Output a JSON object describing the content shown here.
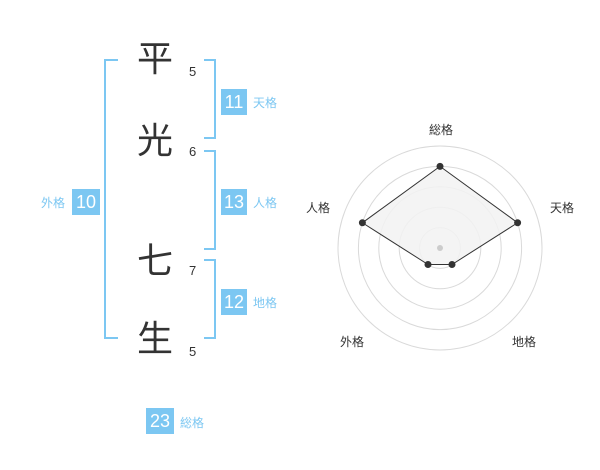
{
  "name": {
    "characters": [
      {
        "char": "平",
        "strokes": "5"
      },
      {
        "char": "光",
        "strokes": "6"
      },
      {
        "char": "七",
        "strokes": "7"
      },
      {
        "char": "生",
        "strokes": "5"
      }
    ]
  },
  "fortune": {
    "tenkaku": {
      "value": "11",
      "label": "天格"
    },
    "jinkaku": {
      "value": "13",
      "label": "人格"
    },
    "chikaku": {
      "value": "12",
      "label": "地格"
    },
    "gaikaku": {
      "value": "10",
      "label": "外格"
    },
    "soukaku": {
      "value": "23",
      "label": "総格"
    }
  },
  "accent_color": "#7cc7f2",
  "chart_data": {
    "type": "radar",
    "axes": [
      "総格",
      "天格",
      "地格",
      "外格",
      "人格"
    ],
    "values": [
      4,
      4,
      1,
      1,
      4
    ],
    "max": 5,
    "rings": 5,
    "fill_color": "#f2f2f2",
    "line_color": "#333333",
    "ring_color": "#d9d9d9"
  }
}
